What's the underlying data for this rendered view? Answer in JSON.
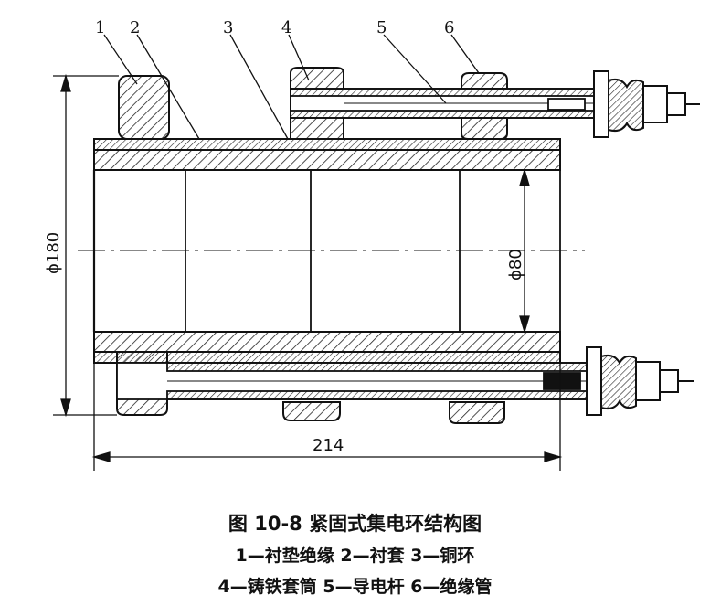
{
  "callouts": [
    "1",
    "2",
    "3",
    "4",
    "5",
    "6"
  ],
  "dimensions": {
    "outer_dia": "ϕ180",
    "inner_dia": "ϕ80",
    "length": "214"
  },
  "caption": {
    "title": "图 10-8   紧固式集电环结构图",
    "line1": "1—衬垫绝缘   2—衬套   3—铜环",
    "line2": "4—铸铁套筒   5—导电杆   6—绝缘管"
  }
}
